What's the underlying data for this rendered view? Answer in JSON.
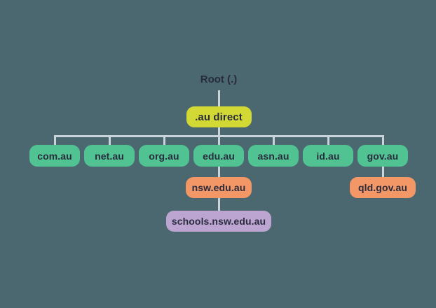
{
  "diagram_type": "domain-hierarchy-tree",
  "colors": {
    "background": "#4B6770",
    "connector_line": "#C8D4D9",
    "label_text": "#2A2C3E",
    "au_direct_node": "#D2D935",
    "second_level_node": "#51C392",
    "third_level_node": "#F49767",
    "fourth_level_node": "#BDA5D2"
  },
  "root": {
    "label": "Root (.)"
  },
  "au_direct": {
    "label": ".au direct"
  },
  "second_level_domains": [
    {
      "label": "com.au"
    },
    {
      "label": "net.au"
    },
    {
      "label": "org.au"
    },
    {
      "label": "edu.au"
    },
    {
      "label": "asn.au"
    },
    {
      "label": "id.au"
    },
    {
      "label": "gov.au"
    }
  ],
  "third_level_domains": [
    {
      "label": "nsw.edu.au",
      "parent": "edu.au"
    },
    {
      "label": "qld.gov.au",
      "parent": "gov.au"
    }
  ],
  "fourth_level_domains": [
    {
      "label": "schools.nsw.edu.au",
      "parent": "nsw.edu.au"
    }
  ]
}
